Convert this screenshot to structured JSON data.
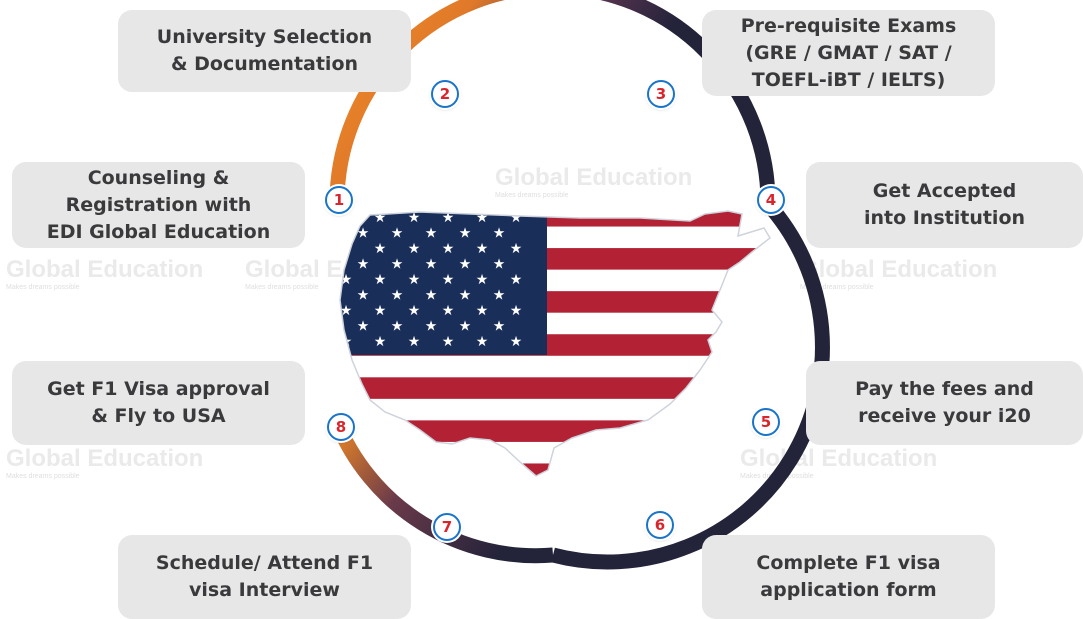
{
  "steps": [
    {
      "number": "1",
      "label": "Counseling &\nRegistration with\nEDI Global Education"
    },
    {
      "number": "2",
      "label": "University Selection\n& Documentation"
    },
    {
      "number": "3",
      "label": "Pre-requisite Exams\n(GRE / GMAT / SAT /\nTOEFL-iBT / IELTS)"
    },
    {
      "number": "4",
      "label": "Get Accepted\ninto Institution"
    },
    {
      "number": "5",
      "label": "Pay the fees and\nreceive your i20"
    },
    {
      "number": "6",
      "label": "Complete F1 visa\napplication form"
    },
    {
      "number": "7",
      "label": "Schedule/ Attend F1\nvisa Interview"
    },
    {
      "number": "8",
      "label": "Get F1 Visa approval\n& Fly to USA"
    }
  ],
  "watermark": {
    "brand": "Global Education",
    "tagline": "Makes dreams possible"
  },
  "colors": {
    "ring_orange": "#f08a24",
    "ring_dark": "#23233a",
    "badge_border": "#1a74c9",
    "badge_number": "#d8262c",
    "box_fill": "#e7e7e8",
    "flag_red": "#b22234",
    "flag_blue": "#1a2e5a"
  }
}
